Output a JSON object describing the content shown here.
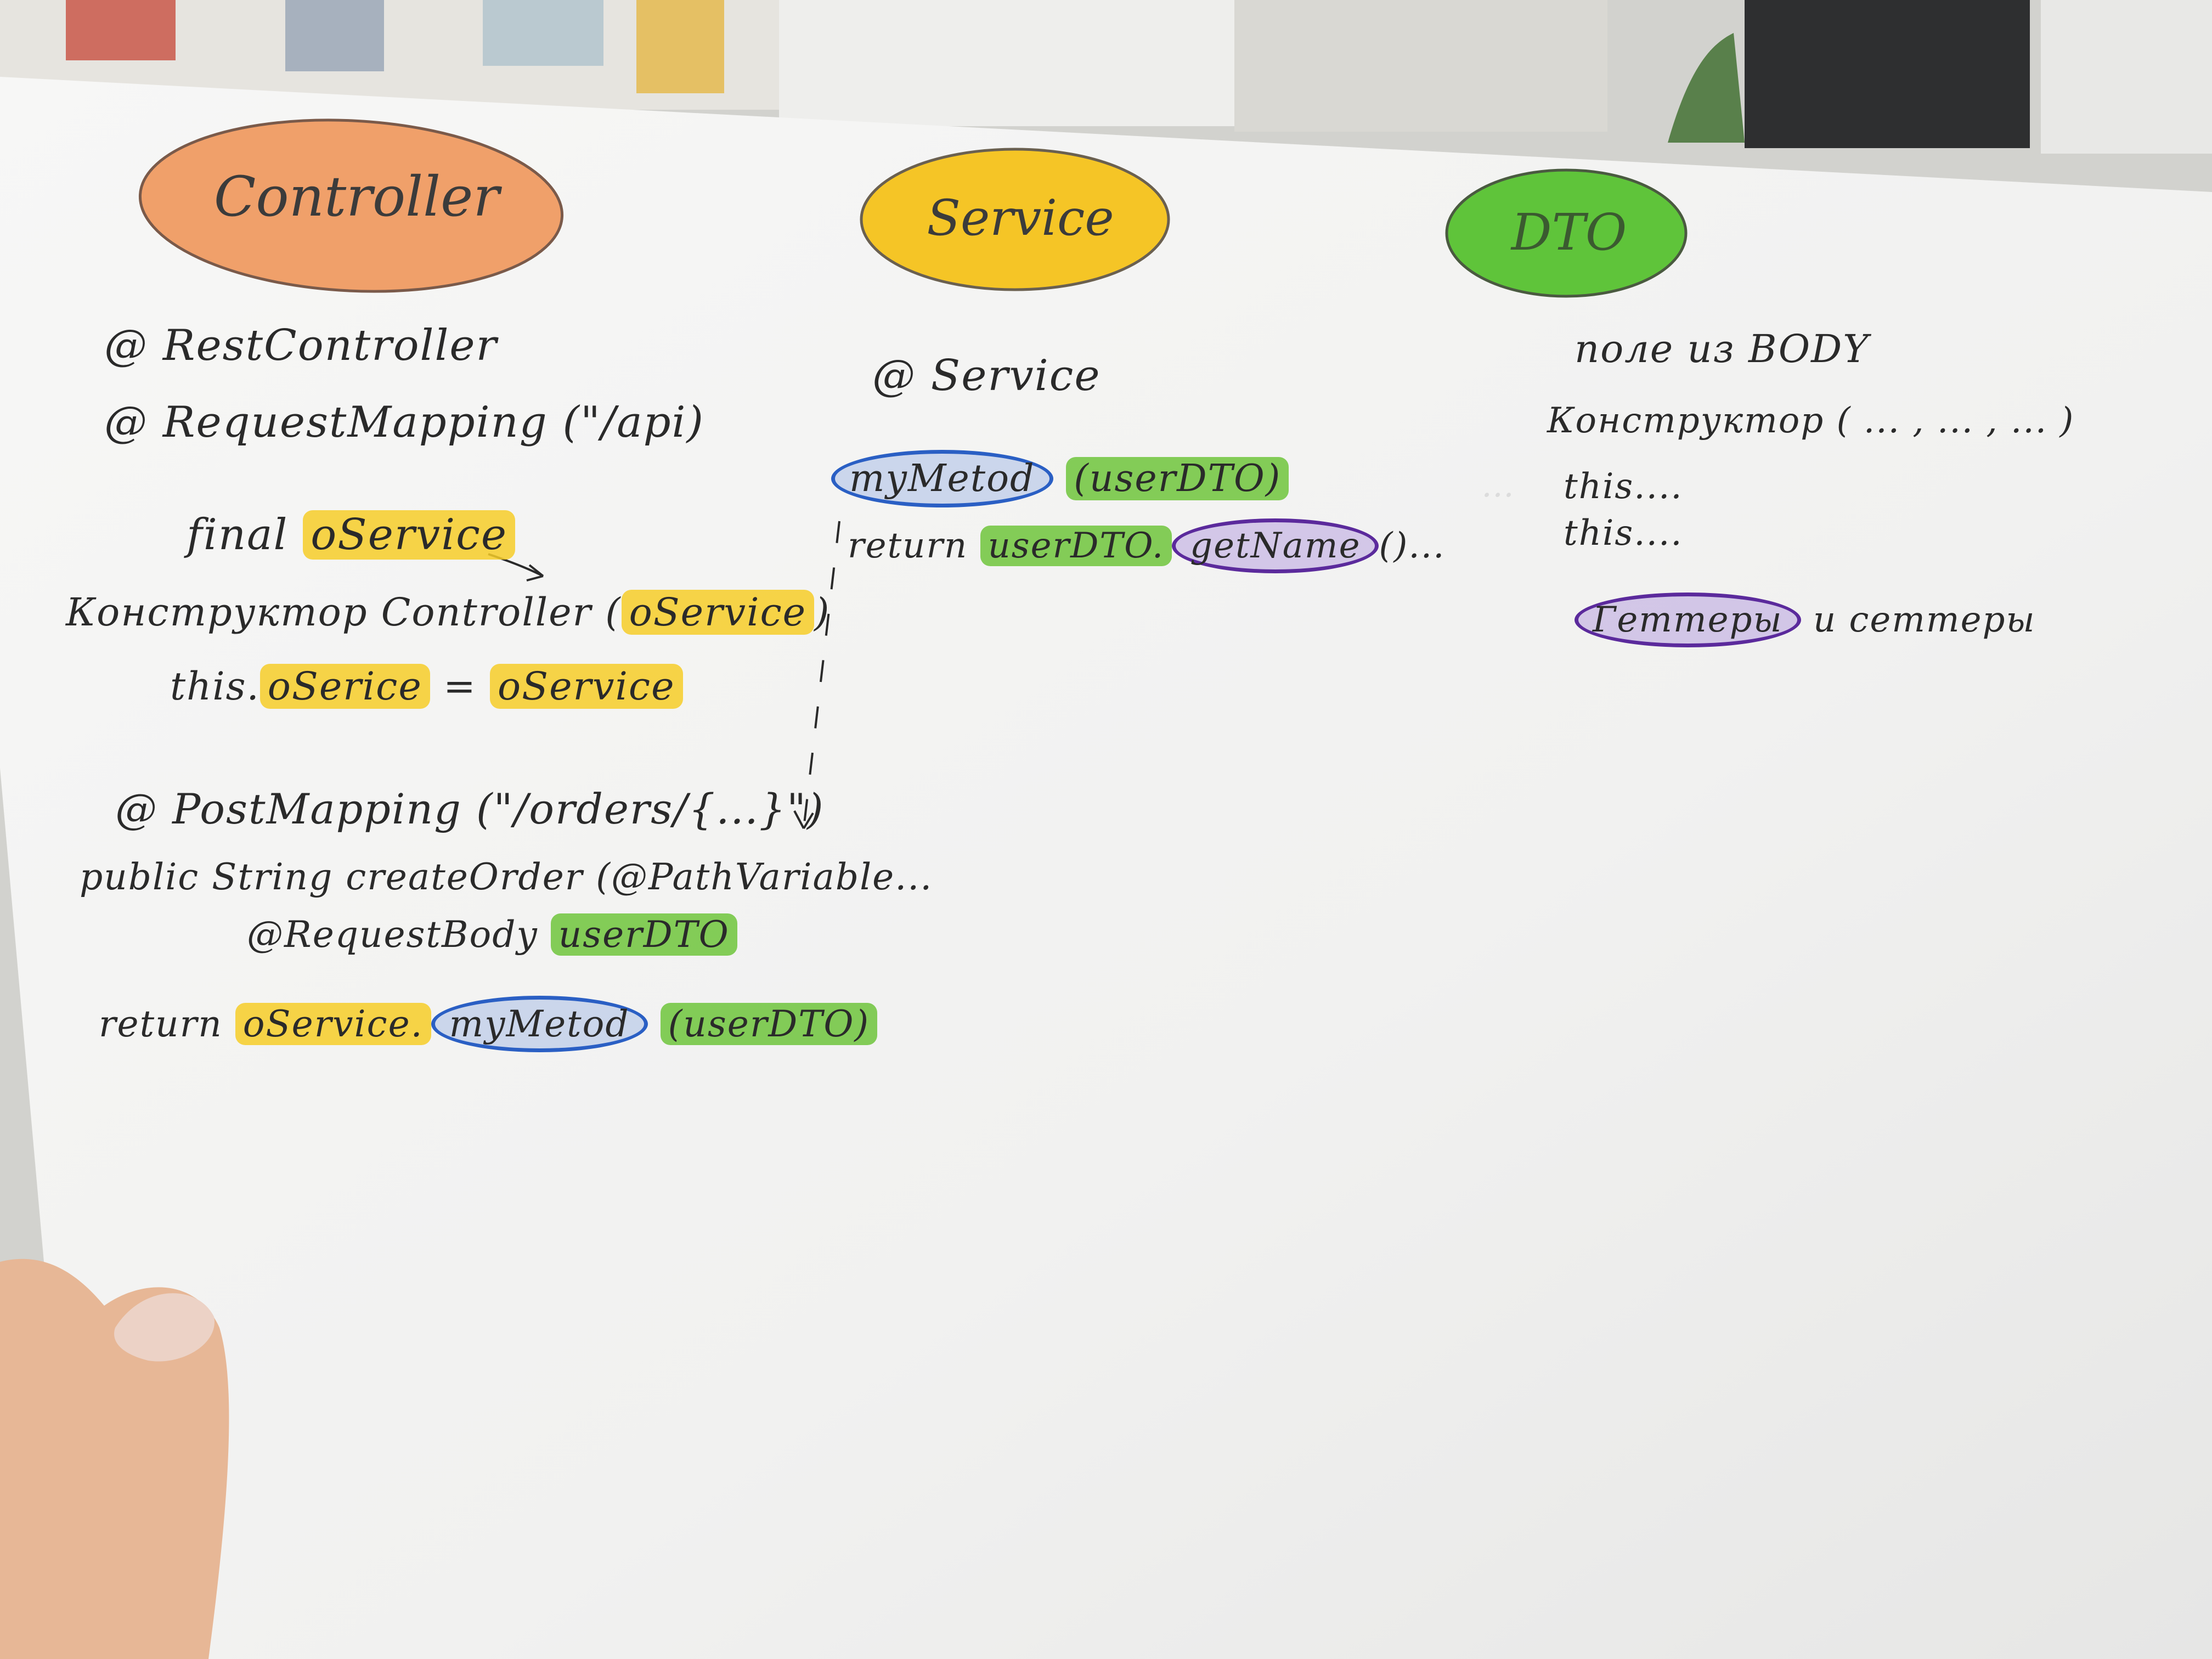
{
  "headers": {
    "controller": "Controller",
    "service": "Service",
    "dto": "DTO"
  },
  "controller": {
    "line1": "@ RestController",
    "line2": "@ RequestMapping (\"/api)",
    "line3_prefix": "final",
    "line3_field": "oService",
    "line4_prefix": "Конструктор Controller (",
    "line4_arg": "oService",
    "line4_suffix": ")",
    "line5_prefix": "this.",
    "line5_left": "oSerice",
    "line5_eq": "=",
    "line5_right": "oService",
    "line6": "@ PostMapping (\"/orders/{...}\")",
    "line7": "public String createOrder (@PathVariable...",
    "line8_prefix": "@RequestBody",
    "line8_arg": "userDTO",
    "line9_prefix": "return",
    "line9_service": "oService.",
    "line9_method": "myMetod",
    "line9_arg": "(userDTO)"
  },
  "service": {
    "line1": "@ Service",
    "line2_method": "myMetod",
    "line2_arg": "(userDTO)",
    "line3_prefix": "return",
    "line3_dto": "userDTO.",
    "line3_getter": "getName",
    "line3_suffix": "()..."
  },
  "dto": {
    "line1": "поле из BODY",
    "line2": "Конструктор ( ... , ... , ... )",
    "line3": "this....",
    "line4": "this....",
    "line5_getters": "Геттеры",
    "line5_rest": "и сеттеры"
  },
  "colors": {
    "controller_oval": "#f0a06a",
    "service_oval": "#f5c526",
    "dto_oval": "#5fc43a",
    "highlight_yellow": "#f6cd28",
    "highlight_green": "#6ec43c",
    "circle_blue": "#2a5fc4",
    "circle_purple": "#5b2a9c"
  }
}
